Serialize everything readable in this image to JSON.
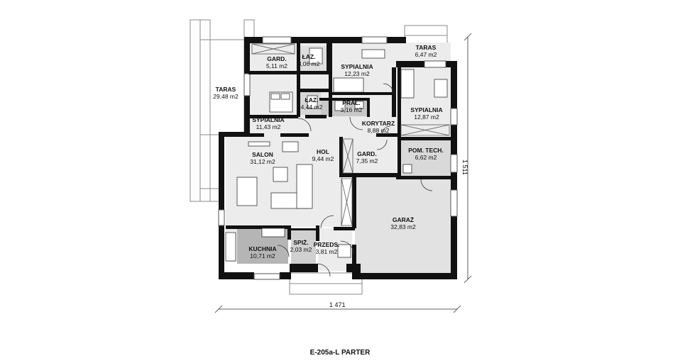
{
  "caption": "E-205a-L PARTER",
  "dimensions": {
    "width": "1 471",
    "height": "1 511"
  },
  "rooms": [
    {
      "id": "taras-left",
      "name": "TARAS",
      "area": "29,48 m2"
    },
    {
      "id": "gard-top",
      "name": "GARD.",
      "area": "5,11 m2"
    },
    {
      "id": "laz-top",
      "name": "ŁAZ.",
      "area": "3,06 m2"
    },
    {
      "id": "sypialnia-top",
      "name": "SYPIALNIA",
      "area": "12,23 m2"
    },
    {
      "id": "taras-right",
      "name": "TARAS",
      "area": "6,47 m2"
    },
    {
      "id": "laz-mid",
      "name": "ŁAZ.",
      "area": "4,44 m2"
    },
    {
      "id": "pral",
      "name": "PRAL.",
      "area": "3,16 m2"
    },
    {
      "id": "sypialnia-left",
      "name": "SYPIALNIA",
      "area": "11,43 m2"
    },
    {
      "id": "sypialnia-right",
      "name": "SYPIALNIA",
      "area": "12,87 m2"
    },
    {
      "id": "korytarz",
      "name": "KORYTARZ",
      "area": "8,88 m2"
    },
    {
      "id": "salon",
      "name": "SALON",
      "area": "31,12 m2"
    },
    {
      "id": "hol",
      "name": "HOL",
      "area": "9,44 m2"
    },
    {
      "id": "gard-mid",
      "name": "GARD.",
      "area": "7,35 m2"
    },
    {
      "id": "pom-tech",
      "name": "POM. TECH.",
      "area": "6,62 m2"
    },
    {
      "id": "garaz",
      "name": "GARAŻ",
      "area": "32,83 m2"
    },
    {
      "id": "kuchnia",
      "name": "KUCHNIA",
      "area": "10,71 m2"
    },
    {
      "id": "spiz",
      "name": "SPIŻ.",
      "area": "2,03 m2"
    },
    {
      "id": "przeds",
      "name": "PRZEDS.",
      "area": "3,81 m2"
    }
  ]
}
